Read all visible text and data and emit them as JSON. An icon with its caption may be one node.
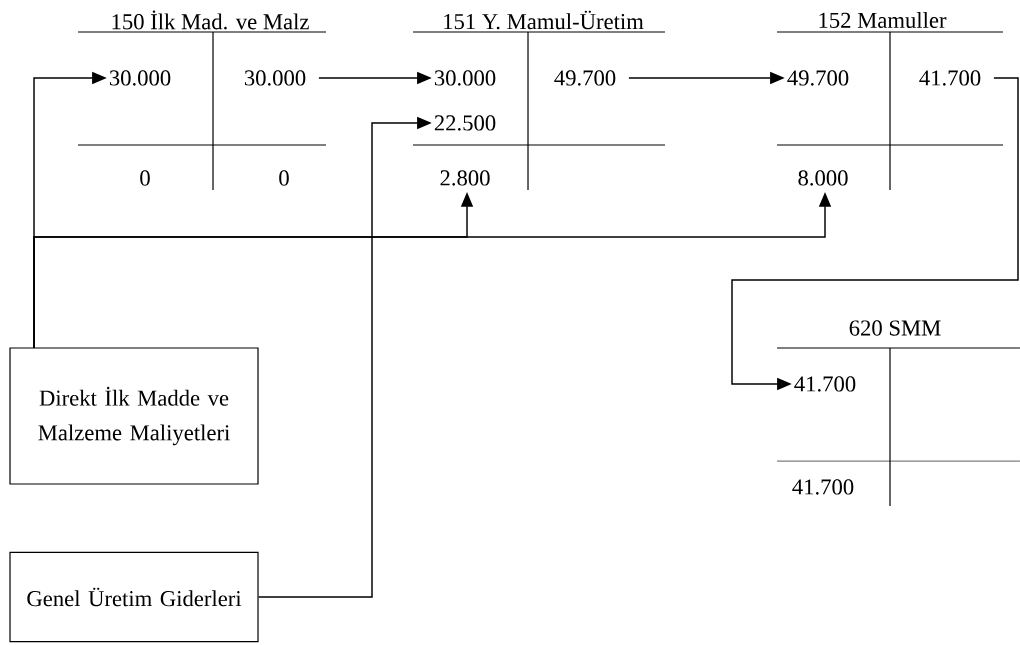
{
  "diagram": {
    "nodes": [
      {
        "text": [
          "30.000"
        ]
      },
      {
        "text": [
          "30.000"
        ]
      },
      {
        "text": [
          "30.000"
        ]
      },
      {
        "text": [
          "49.700"
        ]
      },
      {
        "text": [
          "22.500"
        ]
      },
      {
        "text": [
          "2.800"
        ]
      },
      {
        "text": [
          "49.700"
        ]
      },
      {
        "text": [
          "41.700"
        ]
      },
      {
        "text": [
          "8.000"
        ]
      },
      {
        "text": [
          "41.700"
        ]
      },
      {
        "text": [
          "Direkt İlk Madde ve Malzeme Maliyetleri"
        ]
      },
      {
        "text": [
          "Genel Üretim Giderleri"
        ]
      }
    ],
    "edges": [
      {
        "from": 1,
        "to": 2,
        "arrow": "to"
      },
      {
        "from": 3,
        "to": 6,
        "arrow": "to"
      },
      {
        "from": 7,
        "to": 9,
        "arrow": "to"
      },
      {
        "from": 10,
        "to": 0,
        "arrow": "to"
      },
      {
        "from": 10,
        "to": 5,
        "arrow": "to"
      },
      {
        "from": 10,
        "to": 8,
        "arrow": "to"
      },
      {
        "from": 11,
        "to": 4,
        "arrow": "to"
      }
    ],
    "labels": [
      "150 İlk Mad. ve Malz",
      "151 Y. Mamul-Üretim",
      "152 Mamuller",
      "0",
      "0",
      "620 SMM",
      "41.700"
    ]
  }
}
